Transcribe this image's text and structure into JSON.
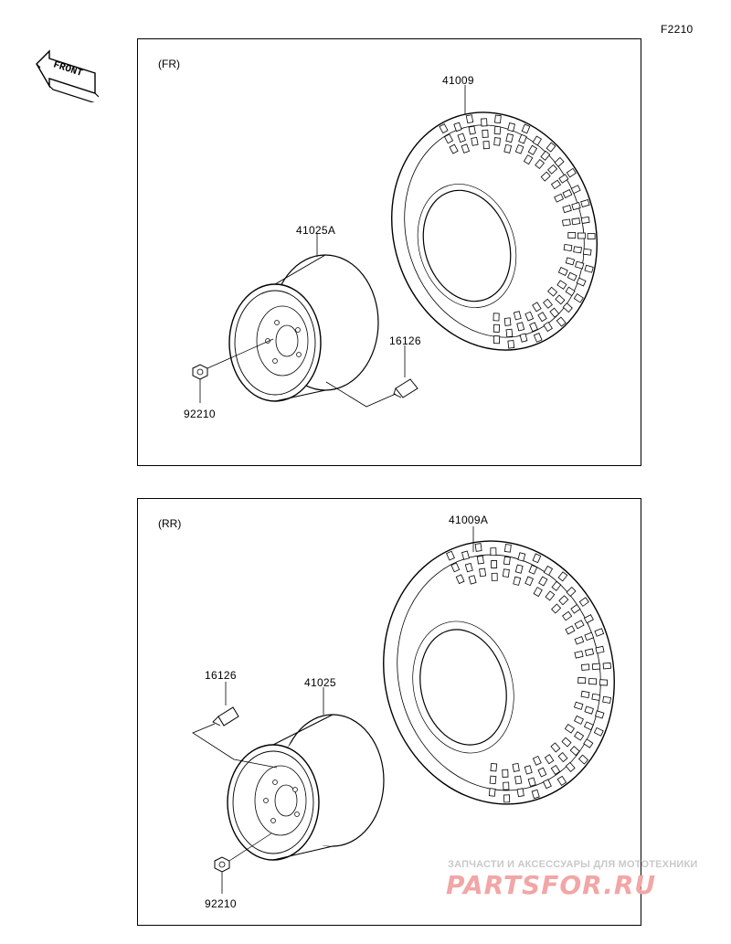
{
  "page_code": "F2210",
  "front_arrow": {
    "label": "FRONT",
    "icon": "front-direction-arrow"
  },
  "front": {
    "title": "(FR)",
    "tire": "41009",
    "wheel": "41025A",
    "valve": "16126",
    "nut": "92210"
  },
  "rear": {
    "title": "(RR)",
    "tire": "41009A",
    "wheel": "41025",
    "valve": "16126",
    "nut": "92210"
  },
  "watermark": {
    "caption": "ЗАПЧАСТИ И АКСЕССУАРЫ ДЛЯ МОТОТЕХНИКИ",
    "logo": "PARTSFOR.RU"
  }
}
